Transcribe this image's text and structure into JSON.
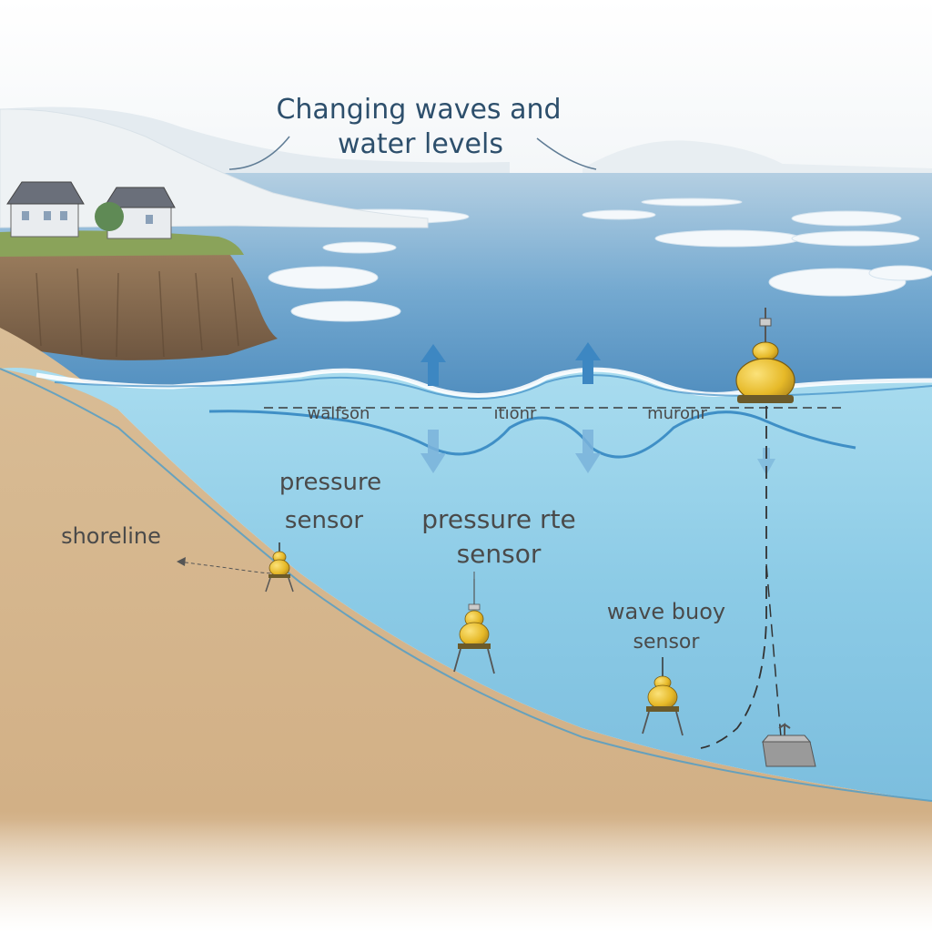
{
  "title": {
    "line1": "Changing waves and",
    "line2": "water levels"
  },
  "surface_labels": {
    "left": "walfson",
    "middle": "ıtıonr",
    "right": "muronr"
  },
  "labels": {
    "shoreline": "shoreline",
    "pressure_sensor_1_line1": "pressure",
    "pressure_sensor_1_line2": "sensor",
    "pressure_sensor_2_line1": "pressure rte",
    "pressure_sensor_2_line2": "sensor",
    "wave_buoy_line1": "wave buoy",
    "wave_buoy_line2": "sensor"
  },
  "icons": {
    "up_arrows": "arrow-up-icon",
    "down_arrows": "arrow-down-icon",
    "buoy": "buoy-icon",
    "sensor": "sensor-icon",
    "anchor": "anchor-block-icon",
    "house": "house-icon"
  },
  "colors": {
    "sea": "#5f9dc9",
    "sea_deep": "#4a86b6",
    "water_section": "#8cc9e3",
    "sand": "#d8b88e",
    "cliff": "#8a6e50",
    "grass": "#8aa35a",
    "arrow": "#3d87c2",
    "buoy_yellow": "#e6b928",
    "title": "#2d4f6c"
  }
}
